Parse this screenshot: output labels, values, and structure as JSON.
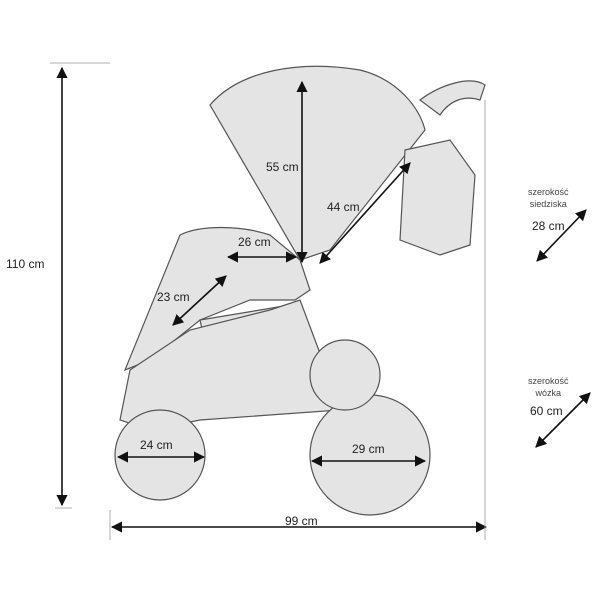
{
  "dimensions": {
    "total_height": "110 cm",
    "canopy_height": "55 cm",
    "seat_depth": "26 cm",
    "backrest": "44 cm",
    "seat_to_footrest": "23 cm",
    "front_wheel": "24 cm",
    "rear_wheel": "29 cm",
    "total_length": "99 cm"
  },
  "seat_width": {
    "label_line1": "szerokość",
    "label_line2": "siedziska",
    "value": "28 cm"
  },
  "stroller_width": {
    "label_line1": "szerokość",
    "label_line2": "wózka",
    "value": "60 cm"
  },
  "colors": {
    "silhouette": "#e4e4e4",
    "outline": "#555555",
    "arrow": "#111111"
  }
}
